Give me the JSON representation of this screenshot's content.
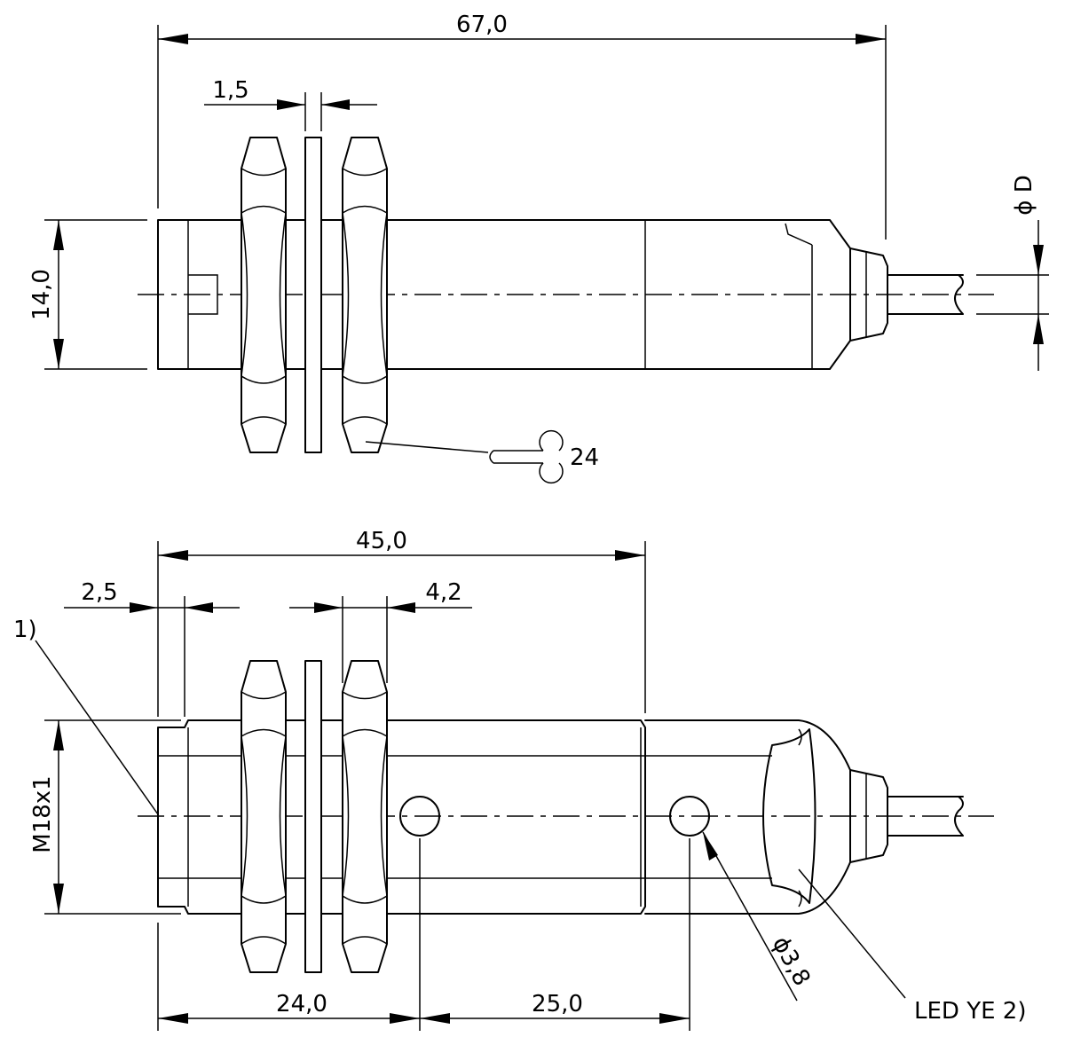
{
  "top_view": {
    "overall_length": "67,0",
    "washer_thickness": "1,5",
    "body_height": "14,0",
    "cable_diameter": "ϕ D",
    "wrench_size": "24"
  },
  "bottom_view": {
    "thread_length": "45,0",
    "thread_offset": "2,5",
    "nut_width": "4,2",
    "thread_size": "M18x1",
    "note_1": "1)",
    "hole_distance_1": "24,0",
    "hole_distance_2": "25,0",
    "hole_diameter": "ϕ3,8",
    "led_label": "LED YE 2)"
  }
}
